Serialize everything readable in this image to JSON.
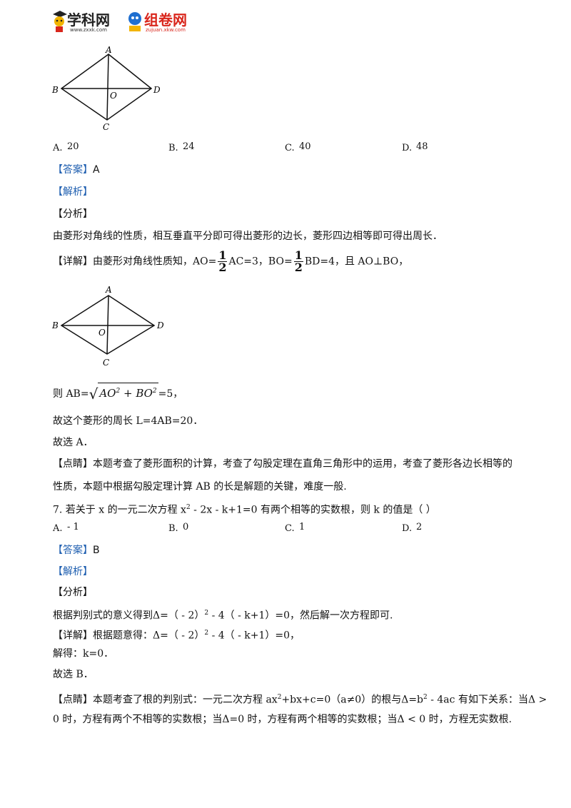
{
  "header": {
    "logo1_text": "学科网",
    "logo1_sub": "www.zxxk.com",
    "logo2_text": "组卷网",
    "logo2_sub": "zujuan.xkw.com"
  },
  "diagram_labels": {
    "a": "A",
    "b": "B",
    "c": "C",
    "d": "D",
    "o": "O"
  },
  "q6": {
    "options": [
      "A.",
      "20",
      "B.",
      "24",
      "C.",
      "40",
      "D.",
      "48"
    ],
    "answer_tag": "【答案】",
    "answer": "A",
    "jiexi": "【解析】",
    "fenxi": "【分析】",
    "fenxi_text": "由菱形对角线的性质，相互垂直平分即可得出菱形的边长，菱形四边相等即可得出周长．",
    "xiangjie_tag": "【详解】",
    "xiangjie_1": "由菱形对角线性质知，AO=",
    "frac_num": "1",
    "frac_den": "2",
    "xiangjie_2": "AC=3，BO=",
    "xiangjie_3": "BD=4，且 AO⊥BO，",
    "ab_prefix": "则 AB=",
    "ab_rad": "AO",
    "ab_plus": " + BO",
    "sq": "2",
    "ab_suffix": "=5，",
    "perimeter": "故这个菱形的周长 L=4AB=20．",
    "choose": "故选 A．",
    "dianjing_tag": "【点睛】",
    "dianjing_1": "本题考查了菱形面积的计算，考查了勾股定理在直角三角形中的运用，考查了菱形各边长相等的",
    "dianjing_2": "性质，本题中根据勾股定理计算 AB 的长是解题的关键，难度一般."
  },
  "q7": {
    "stem_1": "7. 若关于 x 的一元二次方程 x",
    "stem_sup": "2",
    "stem_2": " - 2x - k+1=0 有两个相等的实数根，则 k 的值是（      ）",
    "options": [
      "A.",
      "- 1",
      "B.",
      "0",
      "C.",
      "1",
      "D.",
      "2"
    ],
    "answer_tag": "【答案】",
    "answer": "B",
    "jiexi": "【解析】",
    "fenxi": "【分析】",
    "fenxi_1": "根据判别式的意义得到Δ=（ - 2）",
    "fenxi_2": " - 4（ - k+1）=0，然后解一次方程即可.",
    "xiangjie_tag": "【详解】",
    "xiangjie_1": "根据题意得：Δ=（ - 2）",
    "xiangjie_2": " - 4（ - k+1）=0，",
    "solve": "解得：k=0．",
    "choose": "故选 B．",
    "dianjing_tag": "【点睛】",
    "dianjing_1a": "本题考查了根的判别式：一元二次方程 ax",
    "dianjing_1b": "+bx+c=0（a≠0）的根与Δ=b",
    "dianjing_1c": " - 4ac 有如下关系：当Δ >",
    "dianjing_2": "0 时，方程有两个不相等的实数根；当Δ=0 时，方程有两个相等的实数根；当Δ < 0 时，方程无实数根."
  }
}
